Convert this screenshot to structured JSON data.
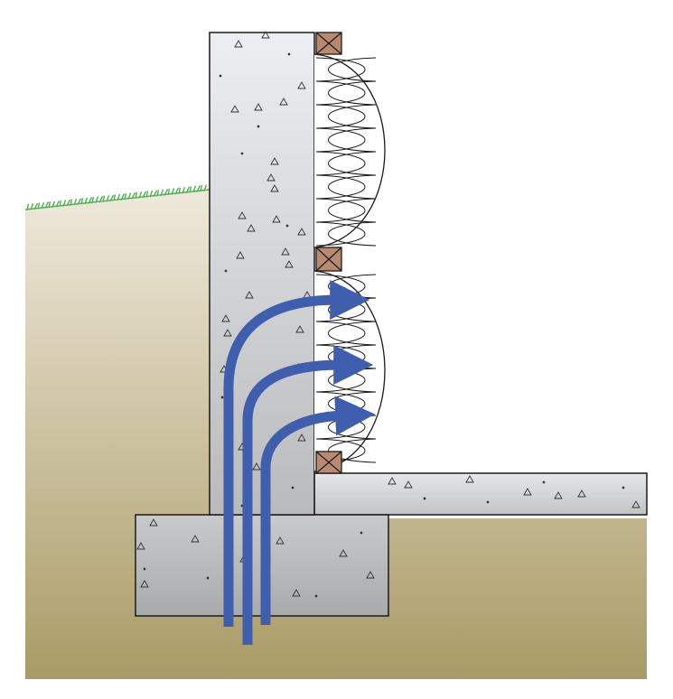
{
  "diagram": {
    "components": [
      {
        "id": "soil",
        "icon": "soil-backfill"
      },
      {
        "id": "grass",
        "icon": "grass-line"
      },
      {
        "id": "foundation-wall",
        "icon": "concrete-wall"
      },
      {
        "id": "footing",
        "icon": "concrete-footing"
      },
      {
        "id": "slab",
        "icon": "concrete-slab"
      },
      {
        "id": "wood-blocking",
        "icon": "wood-block-cross-section",
        "count": 3
      },
      {
        "id": "batt-insulation",
        "icon": "fiberglass-batt",
        "count": 2
      },
      {
        "id": "moisture-flow",
        "icon": "arrow",
        "count": 3
      }
    ],
    "colors": {
      "soil_top": "#efe9dc",
      "soil_bottom": "#a99b66",
      "concrete_light": "#e8eaee",
      "concrete_dark": "#a9aaac",
      "grass": "#4caf50",
      "wood": "#b98a70",
      "arrow": "#3f5fae",
      "outline": "#1a1a1a"
    }
  }
}
